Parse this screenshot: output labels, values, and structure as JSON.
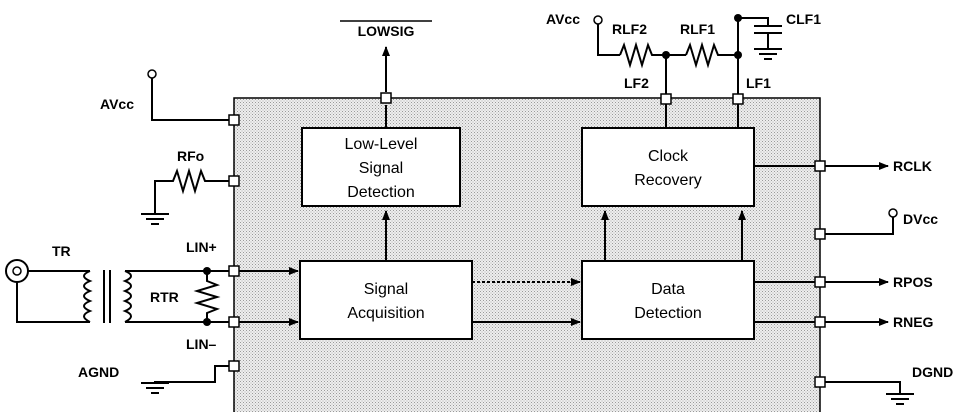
{
  "blocks": {
    "low_level": [
      "Low-Level",
      "Signal",
      "Detection"
    ],
    "clock": [
      "Clock",
      "Recovery"
    ],
    "acquisition": [
      "Signal",
      "Acquisition"
    ],
    "data_det": [
      "Data",
      "Detection"
    ]
  },
  "labels": {
    "lowsig": "LOWSIG",
    "avcc_left": "AVcc",
    "avcc_top": "AVcc",
    "rfo": "RFo",
    "tr": "TR",
    "rtr": "RTR",
    "lin_plus": "LIN+",
    "lin_minus": "LIN–",
    "agnd": "AGND",
    "rlf2": "RLF2",
    "rlf1": "RLF1",
    "clf1": "CLF1",
    "lf2": "LF2",
    "lf1": "LF1",
    "rclk": "RCLK",
    "dvcc": "DVcc",
    "rpos": "RPOS",
    "rneg": "RNEG",
    "dgnd": "DGND"
  }
}
